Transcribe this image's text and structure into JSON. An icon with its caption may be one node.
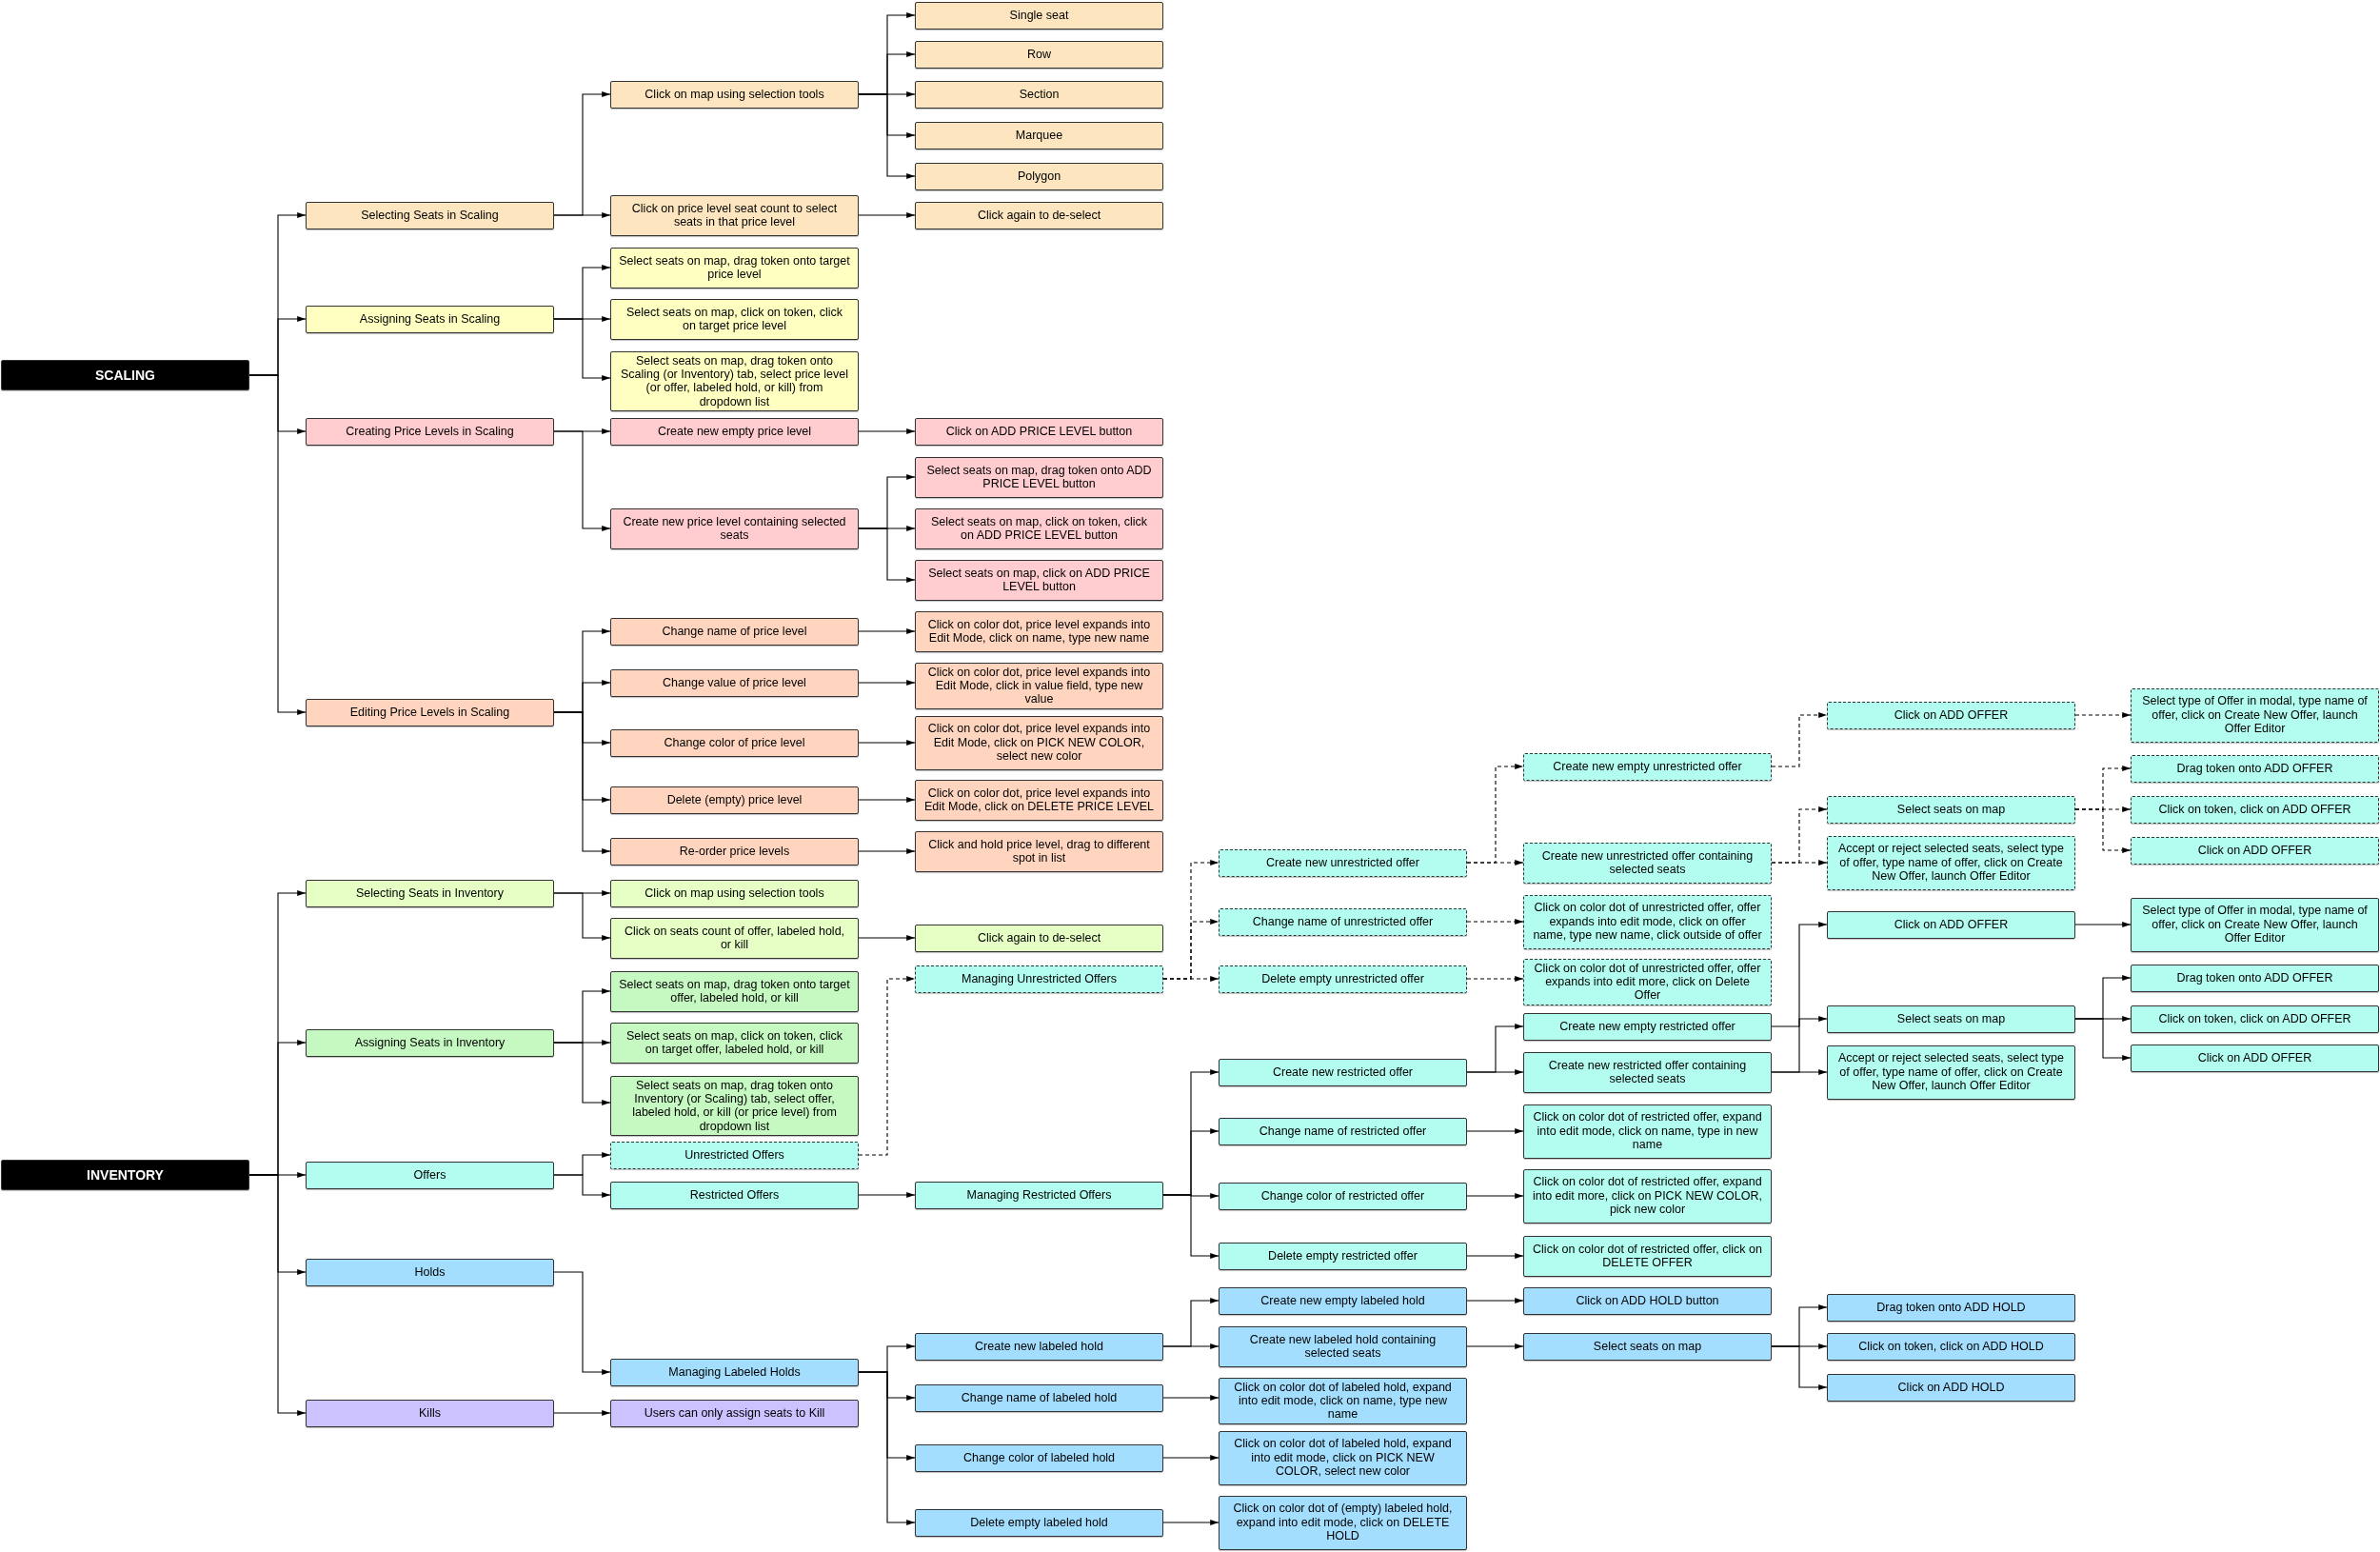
{
  "diagram": {
    "nodes": [
      {
        "text": [
          "SCALING"
        ]
      },
      {
        "text": [
          "Selecting Seats in Scaling"
        ]
      },
      {
        "text": [
          "Click on map using selection tools"
        ]
      },
      {
        "text": [
          "Single seat"
        ]
      },
      {
        "text": [
          "Row"
        ]
      },
      {
        "text": [
          "Section"
        ]
      },
      {
        "text": [
          "Marquee"
        ]
      },
      {
        "text": [
          "Polygon"
        ]
      },
      {
        "text": [
          "Click on price level seat count to select seats in that price level"
        ]
      },
      {
        "text": [
          "Click again to de-select"
        ]
      },
      {
        "text": [
          "Assigning Seats in Scaling"
        ]
      },
      {
        "text": [
          "Select seats on map, drag token onto target price level"
        ]
      },
      {
        "text": [
          "Select seats on map, click on token, click on target price level"
        ]
      },
      {
        "text": [
          "Select seats on map, drag token onto Scaling (or Inventory) tab, select price level (or offer, labeled hold, or kill) from dropdown list"
        ]
      },
      {
        "text": [
          "Creating Price Levels in Scaling"
        ]
      },
      {
        "text": [
          "Create new empty price level"
        ]
      },
      {
        "text": [
          "Click on ADD PRICE LEVEL button"
        ]
      },
      {
        "text": [
          "Create new price level containing selected seats"
        ]
      },
      {
        "text": [
          "Select seats on map, drag token onto ADD PRICE LEVEL button"
        ]
      },
      {
        "text": [
          "Select seats on map, click on token, click on ADD PRICE LEVEL button"
        ]
      },
      {
        "text": [
          "Select seats on map, click on ADD PRICE LEVEL button"
        ]
      },
      {
        "text": [
          "Editing Price Levels in Scaling"
        ]
      },
      {
        "text": [
          "Change name of price level"
        ]
      },
      {
        "text": [
          "Click on color dot, price level expands into Edit Mode, click on name, type new name"
        ]
      },
      {
        "text": [
          "Change value of price level"
        ]
      },
      {
        "text": [
          "Click on color dot, price level expands into Edit Mode, click in value field, type new value"
        ]
      },
      {
        "text": [
          "Change color of price level"
        ]
      },
      {
        "text": [
          "Click on color dot, price level expands into Edit Mode, click on PICK NEW COLOR, select new color"
        ]
      },
      {
        "text": [
          "Delete (empty) price level"
        ]
      },
      {
        "text": [
          "Click on color dot, price level expands into Edit Mode, click on DELETE PRICE LEVEL"
        ]
      },
      {
        "text": [
          "Re-order price levels"
        ]
      },
      {
        "text": [
          "Click and hold price level, drag to different spot in list"
        ]
      },
      {
        "text": [
          "INVENTORY"
        ]
      },
      {
        "text": [
          "Selecting Seats in Inventory"
        ]
      },
      {
        "text": [
          "Click on map using selection tools"
        ]
      },
      {
        "text": [
          "Click on seats count of offer, labeled hold, or kill"
        ]
      },
      {
        "text": [
          "Click again to de-select"
        ]
      },
      {
        "text": [
          "Assigning Seats in Inventory"
        ]
      },
      {
        "text": [
          "Select seats on map, drag token onto target offer, labeled hold, or kill"
        ]
      },
      {
        "text": [
          "Select seats on map, click on token, click on target offer, labeled hold, or kill"
        ]
      },
      {
        "text": [
          "Select seats on map, drag token onto Inventory (or Scaling) tab, select offer, labeled hold, or kill (or price level) from dropdown list"
        ]
      },
      {
        "text": [
          "Offers"
        ]
      },
      {
        "text": [
          "Unrestricted Offers"
        ]
      },
      {
        "text": [
          "Restricted Offers"
        ]
      },
      {
        "text": [
          "Managing Unrestricted Offers"
        ]
      },
      {
        "text": [
          "Create new unrestricted offer"
        ]
      },
      {
        "text": [
          "Create new empty unrestricted offer"
        ]
      },
      {
        "text": [
          "Click on ADD OFFER"
        ]
      },
      {
        "text": [
          "Select type of Offer in modal, type name of offer, click on Create New Offer, launch Offer Editor"
        ]
      },
      {
        "text": [
          "Create new unrestricted offer containing selected seats"
        ]
      },
      {
        "text": [
          "Select seats on map"
        ]
      },
      {
        "text": [
          "Drag token onto ADD OFFER"
        ]
      },
      {
        "text": [
          "Click on token, click on ADD OFFER"
        ]
      },
      {
        "text": [
          "Click on ADD OFFER"
        ]
      },
      {
        "text": [
          "Accept or reject selected seats, select type of offer, type name of offer, click on Create New Offer, launch Offer Editor"
        ]
      },
      {
        "text": [
          "Change name of unrestricted offer"
        ]
      },
      {
        "text": [
          "Click on color dot of unrestricted offer, offer expands into edit mode, click on offer name, type new name, click outside of offer"
        ]
      },
      {
        "text": [
          "Delete empty unrestricted offer"
        ]
      },
      {
        "text": [
          "Click on color dot of unrestricted offer, offer expands into edit more, click on Delete Offer"
        ]
      },
      {
        "text": [
          "Managing Restricted Offers"
        ]
      },
      {
        "text": [
          "Create new restricted offer"
        ]
      },
      {
        "text": [
          "Create new empty restricted offer"
        ]
      },
      {
        "text": [
          "Create new restricted offer containing selected seats"
        ]
      },
      {
        "text": [
          "Click on ADD OFFER"
        ]
      },
      {
        "text": [
          "Select type of Offer in modal, type name of offer, click on Create New Offer, launch Offer Editor"
        ]
      },
      {
        "text": [
          "Select seats on map"
        ]
      },
      {
        "text": [
          "Drag token onto ADD OFFER"
        ]
      },
      {
        "text": [
          "Click on token, click on ADD OFFER"
        ]
      },
      {
        "text": [
          "Click on ADD OFFER"
        ]
      },
      {
        "text": [
          "Accept or reject selected seats, select type of offer, type name of offer, click on Create New Offer, launch Offer Editor"
        ]
      },
      {
        "text": [
          "Change name of restricted offer"
        ]
      },
      {
        "text": [
          "Click on color dot of restricted offer, expand into edit mode, click on name, type in new name"
        ]
      },
      {
        "text": [
          "Change color of restricted offer"
        ]
      },
      {
        "text": [
          "Click on color dot of restricted offer, expand into edit more, click on PICK NEW COLOR, pick new color"
        ]
      },
      {
        "text": [
          "Delete empty restricted offer"
        ]
      },
      {
        "text": [
          "Click on color dot of restricted offer, click on DELETE OFFER"
        ]
      },
      {
        "text": [
          "Holds"
        ]
      },
      {
        "text": [
          "Managing Labeled Holds"
        ]
      },
      {
        "text": [
          "Create new labeled hold"
        ]
      },
      {
        "text": [
          "Create new empty labeled hold"
        ]
      },
      {
        "text": [
          "Click on ADD HOLD button"
        ]
      },
      {
        "text": [
          "Create new labeled hold containing selected seats"
        ]
      },
      {
        "text": [
          "Select seats on map"
        ]
      },
      {
        "text": [
          "Drag token onto ADD HOLD"
        ]
      },
      {
        "text": [
          "Click on token, click on ADD HOLD"
        ]
      },
      {
        "text": [
          "Click on ADD HOLD"
        ]
      },
      {
        "text": [
          "Change name of labeled hold"
        ]
      },
      {
        "text": [
          "Click on color dot of labeled hold, expand into edit mode, click on name, type new name"
        ]
      },
      {
        "text": [
          "Change color of labeled hold"
        ]
      },
      {
        "text": [
          "Click on color dot of labeled hold, expand into edit mode, click on PICK NEW COLOR, select new color"
        ]
      },
      {
        "text": [
          "Delete empty labeled hold"
        ]
      },
      {
        "text": [
          "Click on color dot of (empty) labeled hold, expand into edit mode, click on DELETE HOLD"
        ]
      },
      {
        "text": [
          "Kills"
        ]
      },
      {
        "text": [
          "Users can only assign seats to Kill"
        ]
      }
    ],
    "edges": [
      {
        "from": 0,
        "to": 1,
        "arrow": "to"
      },
      {
        "from": 0,
        "to": 10,
        "arrow": "to"
      },
      {
        "from": 0,
        "to": 14,
        "arrow": "to"
      },
      {
        "from": 0,
        "to": 21,
        "arrow": "to"
      },
      {
        "from": 1,
        "to": 2,
        "arrow": "to"
      },
      {
        "from": 1,
        "to": 8,
        "arrow": "to"
      },
      {
        "from": 2,
        "to": 3,
        "arrow": "to"
      },
      {
        "from": 2,
        "to": 4,
        "arrow": "to"
      },
      {
        "from": 2,
        "to": 5,
        "arrow": "to"
      },
      {
        "from": 2,
        "to": 6,
        "arrow": "to"
      },
      {
        "from": 2,
        "to": 7,
        "arrow": "to"
      },
      {
        "from": 8,
        "to": 9,
        "arrow": "to"
      },
      {
        "from": 10,
        "to": 11,
        "arrow": "to"
      },
      {
        "from": 10,
        "to": 12,
        "arrow": "to"
      },
      {
        "from": 10,
        "to": 13,
        "arrow": "to"
      },
      {
        "from": 14,
        "to": 15,
        "arrow": "to"
      },
      {
        "from": 14,
        "to": 17,
        "arrow": "to"
      },
      {
        "from": 15,
        "to": 16,
        "arrow": "to"
      },
      {
        "from": 17,
        "to": 18,
        "arrow": "to"
      },
      {
        "from": 17,
        "to": 19,
        "arrow": "to"
      },
      {
        "from": 17,
        "to": 20,
        "arrow": "to"
      },
      {
        "from": 21,
        "to": 22,
        "arrow": "to"
      },
      {
        "from": 21,
        "to": 24,
        "arrow": "to"
      },
      {
        "from": 21,
        "to": 26,
        "arrow": "to"
      },
      {
        "from": 21,
        "to": 28,
        "arrow": "to"
      },
      {
        "from": 21,
        "to": 30,
        "arrow": "to"
      },
      {
        "from": 22,
        "to": 23,
        "arrow": "to"
      },
      {
        "from": 24,
        "to": 25,
        "arrow": "to"
      },
      {
        "from": 26,
        "to": 27,
        "arrow": "to"
      },
      {
        "from": 28,
        "to": 29,
        "arrow": "to"
      },
      {
        "from": 30,
        "to": 31,
        "arrow": "to"
      },
      {
        "from": 32,
        "to": 33,
        "arrow": "to"
      },
      {
        "from": 32,
        "to": 37,
        "arrow": "to"
      },
      {
        "from": 32,
        "to": 41,
        "arrow": "to"
      },
      {
        "from": 32,
        "to": 76,
        "arrow": "to"
      },
      {
        "from": 32,
        "to": 92,
        "arrow": "to"
      },
      {
        "from": 33,
        "to": 34,
        "arrow": "to"
      },
      {
        "from": 33,
        "to": 35,
        "arrow": "to"
      },
      {
        "from": 35,
        "to": 36,
        "arrow": "to"
      },
      {
        "from": 37,
        "to": 38,
        "arrow": "to"
      },
      {
        "from": 37,
        "to": 39,
        "arrow": "to"
      },
      {
        "from": 37,
        "to": 40,
        "arrow": "to"
      },
      {
        "from": 41,
        "to": 42,
        "arrow": "to"
      },
      {
        "from": 41,
        "to": 43,
        "arrow": "to"
      },
      {
        "from": 42,
        "to": 44,
        "arrow": "to",
        "style": "dashed"
      },
      {
        "from": 43,
        "to": 59,
        "arrow": "to"
      },
      {
        "from": 44,
        "to": 45,
        "arrow": "to",
        "style": "dashed"
      },
      {
        "from": 44,
        "to": 55,
        "arrow": "to",
        "style": "dashed"
      },
      {
        "from": 44,
        "to": 57,
        "arrow": "to",
        "style": "dashed"
      },
      {
        "from": 45,
        "to": 46,
        "arrow": "to",
        "style": "dashed"
      },
      {
        "from": 45,
        "to": 49,
        "arrow": "to",
        "style": "dashed"
      },
      {
        "from": 46,
        "to": 47,
        "arrow": "to",
        "style": "dashed"
      },
      {
        "from": 47,
        "to": 48,
        "arrow": "to",
        "style": "dashed"
      },
      {
        "from": 49,
        "to": 50,
        "arrow": "to",
        "style": "dashed"
      },
      {
        "from": 49,
        "to": 54,
        "arrow": "to",
        "style": "dashed"
      },
      {
        "from": 50,
        "to": 51,
        "arrow": "to",
        "style": "dashed"
      },
      {
        "from": 50,
        "to": 52,
        "arrow": "to",
        "style": "dashed"
      },
      {
        "from": 50,
        "to": 53,
        "arrow": "to",
        "style": "dashed"
      },
      {
        "from": 55,
        "to": 56,
        "arrow": "to",
        "style": "dashed"
      },
      {
        "from": 57,
        "to": 58,
        "arrow": "to",
        "style": "dashed"
      },
      {
        "from": 59,
        "to": 60,
        "arrow": "to"
      },
      {
        "from": 59,
        "to": 70,
        "arrow": "to"
      },
      {
        "from": 59,
        "to": 72,
        "arrow": "to"
      },
      {
        "from": 59,
        "to": 74,
        "arrow": "to"
      },
      {
        "from": 60,
        "to": 61,
        "arrow": "to"
      },
      {
        "from": 60,
        "to": 62,
        "arrow": "to"
      },
      {
        "from": 61,
        "to": 63,
        "arrow": "to"
      },
      {
        "from": 62,
        "to": 65,
        "arrow": "to"
      },
      {
        "from": 62,
        "to": 69,
        "arrow": "to"
      },
      {
        "from": 63,
        "to": 64,
        "arrow": "to"
      },
      {
        "from": 65,
        "to": 66,
        "arrow": "to"
      },
      {
        "from": 65,
        "to": 67,
        "arrow": "to"
      },
      {
        "from": 65,
        "to": 68,
        "arrow": "to"
      },
      {
        "from": 70,
        "to": 71,
        "arrow": "to"
      },
      {
        "from": 72,
        "to": 73,
        "arrow": "to"
      },
      {
        "from": 74,
        "to": 75,
        "arrow": "to"
      },
      {
        "from": 76,
        "to": 77,
        "arrow": "to"
      },
      {
        "from": 77,
        "to": 78,
        "arrow": "to"
      },
      {
        "from": 77,
        "to": 86,
        "arrow": "to"
      },
      {
        "from": 77,
        "to": 88,
        "arrow": "to"
      },
      {
        "from": 77,
        "to": 90,
        "arrow": "to"
      },
      {
        "from": 78,
        "to": 79,
        "arrow": "to"
      },
      {
        "from": 78,
        "to": 81,
        "arrow": "to"
      },
      {
        "from": 79,
        "to": 80,
        "arrow": "to"
      },
      {
        "from": 81,
        "to": 82,
        "arrow": "to"
      },
      {
        "from": 82,
        "to": 83,
        "arrow": "to"
      },
      {
        "from": 82,
        "to": 84,
        "arrow": "to"
      },
      {
        "from": 82,
        "to": 85,
        "arrow": "to"
      },
      {
        "from": 86,
        "to": 87,
        "arrow": "to"
      },
      {
        "from": 88,
        "to": 89,
        "arrow": "to"
      },
      {
        "from": 90,
        "to": 91,
        "arrow": "to"
      },
      {
        "from": 92,
        "to": 93,
        "arrow": "to"
      }
    ]
  }
}
